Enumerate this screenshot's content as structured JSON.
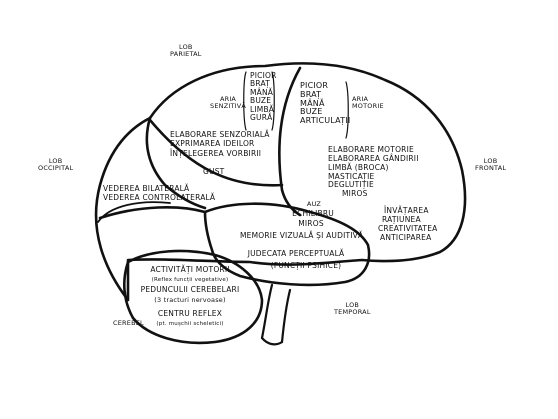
{
  "lobes": {
    "parietal": [
      "LOB",
      "PARIETAL"
    ],
    "occipital": [
      "LOB",
      "OCCIPITAL"
    ],
    "frontal": [
      "LOB",
      "FRONTAL"
    ],
    "temporal": [
      "LOB",
      "TEMPORAL"
    ],
    "cerebel": "CEREBEL"
  },
  "sensory": {
    "aria_senzitiva": [
      "ARIA",
      "SENZITIVĂ"
    ],
    "body_parts": [
      "PICIOR",
      "BRAȚ",
      "MÂNĂ",
      "BUZE",
      "LIMBĂ",
      "GURĂ"
    ]
  },
  "motor": {
    "body_parts": [
      "PICIOR",
      "BRAȚ",
      "MÂNĂ",
      "BUZE",
      "ARTICULAȚII"
    ],
    "aria_motorie": [
      "ARIA",
      "MOTORIE"
    ]
  },
  "parietal_functions": [
    "ELABORARE SENZORIALĂ",
    "EXPRIMAREA IDEILOR",
    "ÎNȚELEGEREA VORBIRII"
  ],
  "gust": "GUST",
  "frontal_functions": [
    "ELABORARE MOTORIE",
    "ELABORAREA GÂNDIRII",
    "LIMBĂ (BROCA)",
    "MASTICAȚIE",
    "DEGLUTIȚIE",
    "MIROS"
  ],
  "frontal_higher": [
    "ÎNVĂȚAREA",
    "RAȚIUNEA",
    "CREATIVITATEA",
    "ANTICIPAREA"
  ],
  "occipital_functions": [
    "VEDEREA BILATERALĂ",
    "VEDEREA CONTROLATERALĂ"
  ],
  "temporal_functions": {
    "auz": "AUZ",
    "echilibru": "ECHILIBRU",
    "miros": "MIROS",
    "memorie": "MEMORIE VIZUALĂ ȘI AUDITIVĂ",
    "judecata": "JUDECATA PERCEPTUALĂ",
    "functii_psihice": "(FUNCȚII PSIHICE)"
  },
  "cerebellum_functions": {
    "activitati": "ACTIVITĂȚI MOTORII",
    "activitati_note": "(Reflex funcții vegetative)",
    "pedunculii": "PEDUNCULII CEREBELARI",
    "tracturi": "(3 tracturi nervoase)",
    "centru": "CENTRU REFLEX",
    "centru_note": "(pt. mușchii scheletici)"
  },
  "colors": {
    "stroke": "#111111",
    "background": "#ffffff"
  }
}
